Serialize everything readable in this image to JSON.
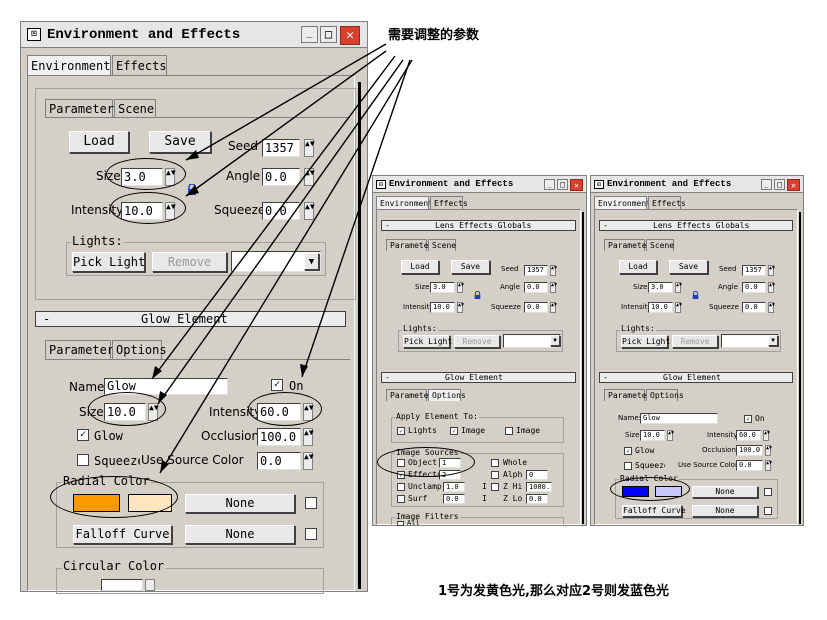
{
  "window": {
    "title": "Environment and Effects",
    "icon_glyph": "⊡",
    "min_glyph": "_",
    "max_glyph": "□",
    "close_glyph": "✕"
  },
  "tabs": [
    "Environment",
    "Effects"
  ],
  "parameters_tabs": [
    "Parameters",
    "Scene"
  ],
  "globals": {
    "rollout_title": "Lens Effects Globals",
    "rollout_collapse": "-",
    "load": "Load",
    "save": "Save",
    "seed_label": "Seed",
    "seed_value": "1357",
    "size_label": "Size",
    "size_value": "3.0",
    "angle_label": "Angle",
    "angle_value": "0.0",
    "intensity_label": "Intensity",
    "intensity_value": "10.0",
    "squeeze_label": "Squeeze",
    "squeeze_value": "0.0",
    "lights_label": "Lights:",
    "pick_light": "Pick Light",
    "remove": "Remove",
    "dropdown_arrow": "▼"
  },
  "glow": {
    "rollout_title": "Glow Element",
    "rollout_collapse": "-",
    "tabs": [
      "Parameters",
      "Options"
    ],
    "name_label": "Name:",
    "name_value": "Glow",
    "on_label": "On",
    "size_label": "Size",
    "size_value": "10.0",
    "intensity_label": "Intensity",
    "intensity_value_main": "60.0",
    "intensity_value_small": "60.0",
    "glow_label": "Glow",
    "occlusion_label": "Occlusion",
    "occlusion_value": "100.0",
    "squeeze_label": "Squeeze",
    "use_source_color_label": "Use Source Color",
    "use_source_color_value": "0.0",
    "radial_color_label": "Radial Color",
    "none": "None",
    "falloff_curve": "Falloff Curve",
    "circular_color_label": "Circular Color"
  },
  "options": {
    "apply_element_to": "Apply Element To:",
    "lights": "Lights",
    "image": "Image",
    "image2": "Image",
    "image_sources": "Image Sources",
    "object": "Object",
    "object_value": "1",
    "effects": "Effects",
    "effects_value": "2",
    "unclamp": "Unclamp",
    "unclamp_value": "1.0",
    "surf": "Surf",
    "surf_value": "0.0",
    "whole": "Whole",
    "alpha": "Alph",
    "alpha_value": "0",
    "zhi": "Z Hi",
    "zhi_value": "1000.",
    "zlo": "Z Lo",
    "zlo_value": "0.0",
    "i_glyph": "I",
    "image_filters": "Image Filters",
    "all": "All"
  },
  "annotations": {
    "top": "需要调整的参数",
    "bottom": "1号为发黄色光,那么对应2号则发蓝色光"
  },
  "colors": {
    "radial_large_1": "#ff9900",
    "radial_large_2": "#ffe6c0",
    "radial_right_1": "#0000ff",
    "radial_right_2": "#c8c8ff"
  }
}
